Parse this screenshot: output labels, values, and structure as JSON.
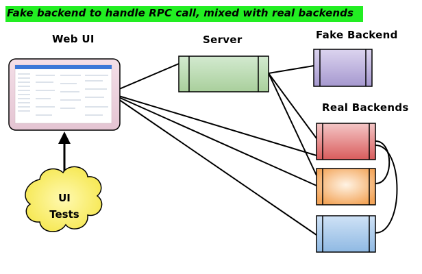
{
  "title": "Fake backend to handle RPC call, mixed with real backends",
  "nodes": {
    "web_ui": "Web UI",
    "server": "Server",
    "fake_backend": "Fake Backend",
    "real_backends": "Real Backends",
    "ui_tests_line1": "UI",
    "ui_tests_line2": "Tests"
  },
  "colors": {
    "title_bg": "#22ee22",
    "web_ui_fill": "#ead1dc",
    "server_fill": "#b6d7a8",
    "fake_backend_fill": "#b4a7d6",
    "real_red": "#e06666",
    "real_orange": "#f6b26b",
    "real_blue": "#9fc5e8",
    "cloud_fill": "#fff27a"
  }
}
